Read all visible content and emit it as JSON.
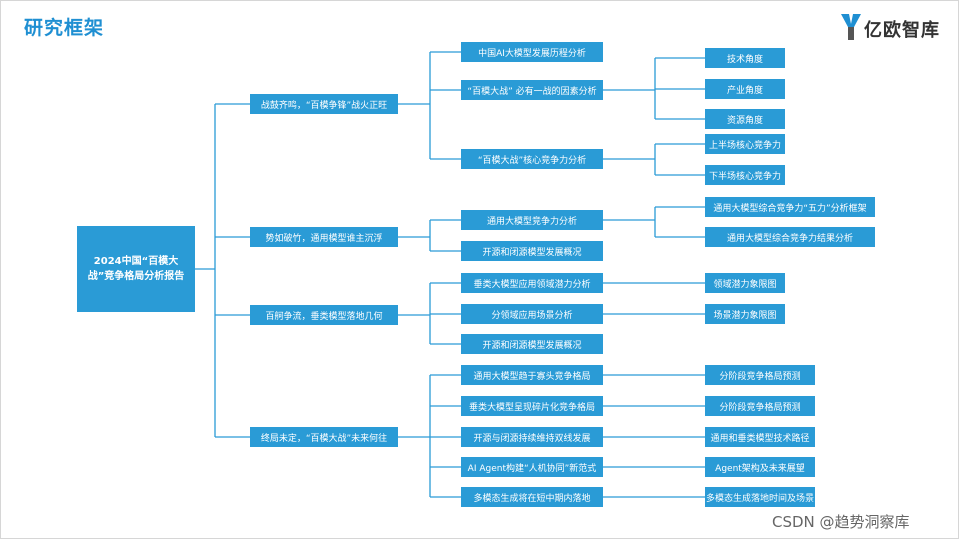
{
  "page": {
    "title": "研究框架"
  },
  "logo": {
    "text": "亿欧智库",
    "mark_icon": "yiou-logo-icon",
    "colors": {
      "mark_blue": "#1f8fd2",
      "mark_gray": "#555555"
    }
  },
  "colors": {
    "node": "#2a9bd6",
    "title": "#1f8fd2",
    "line": "#2a9bd6"
  },
  "root": {
    "label": "2024中国“百模大战”竞争格局分析报告"
  },
  "sections": [
    {
      "label": "战鼓齐鸣，“百模争锋”战火正旺",
      "items": [
        {
          "label": "中国AI大模型发展历程分析",
          "children": []
        },
        {
          "label": "“百模大战” 必有一战的因素分析",
          "children": [
            "技术角度",
            "产业角度",
            "资源角度"
          ]
        },
        {
          "label": "“百模大战”核心竞争力分析",
          "children": [
            "上半场核心竞争力",
            "下半场核心竞争力"
          ]
        }
      ]
    },
    {
      "label": "势如破竹，通用模型谁主沉浮",
      "items": [
        {
          "label": "通用大模型竞争力分析",
          "children": [
            "通用大模型综合竞争力“五力”分析框架",
            "通用大模型综合竞争力结果分析"
          ]
        },
        {
          "label": "开源和闭源模型发展概况",
          "children": []
        }
      ]
    },
    {
      "label": "百舸争流，垂类模型落地几何",
      "items": [
        {
          "label": "垂类大模型应用领域潜力分析",
          "children": [
            "领域潜力象限图"
          ]
        },
        {
          "label": "分领域应用场景分析",
          "children": [
            "场景潜力象限图"
          ]
        },
        {
          "label": "开源和闭源模型发展概况",
          "children": []
        }
      ]
    },
    {
      "label": "终局未定，“百模大战”未来何往",
      "items": [
        {
          "label": "通用大模型趋于寡头竞争格局",
          "children": [
            "分阶段竞争格局预测"
          ]
        },
        {
          "label": "垂类大模型呈现碎片化竞争格局",
          "children": [
            "分阶段竞争格局预测"
          ]
        },
        {
          "label": "开源与闭源持续维持双线发展",
          "children": [
            "通用和垂类模型技术路径"
          ]
        },
        {
          "label": "AI Agent构建“人机协同”新范式",
          "children": [
            "Agent架构及未来展望"
          ]
        },
        {
          "label": "多模态生成将在短中期内落地",
          "children": [
            "多模态生成落地时间及场景"
          ]
        }
      ]
    }
  ],
  "watermark": {
    "text": "CSDN @趋势洞察库"
  }
}
